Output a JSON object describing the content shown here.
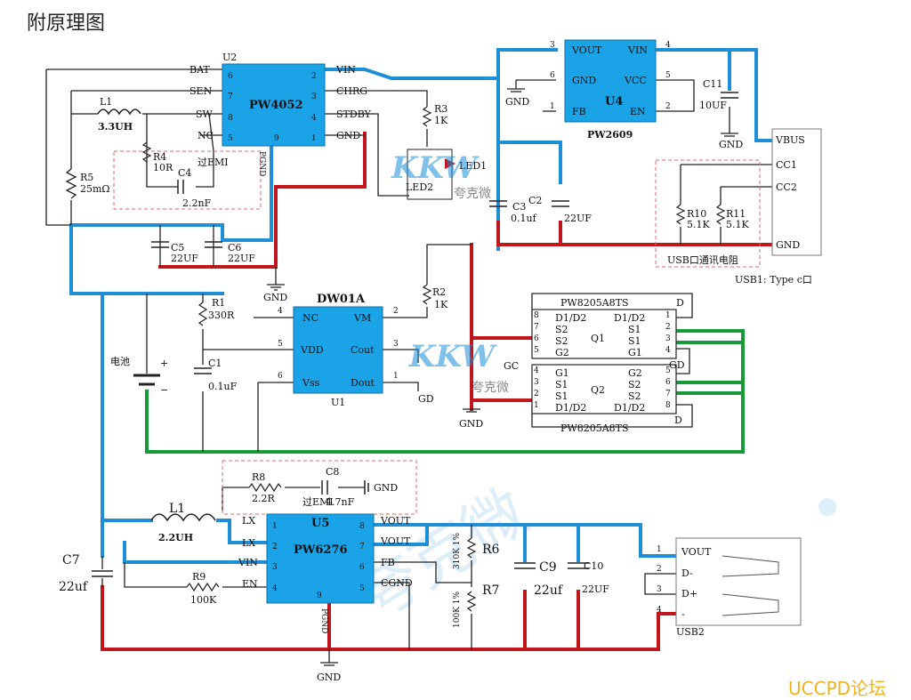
{
  "title": "附原理图",
  "footer": "UCCPD论坛",
  "watermark": {
    "brand": "KKW",
    "name": "夸克微"
  },
  "colors": {
    "chip": "#1aa3e6",
    "power_wire": "#1e8fd6",
    "gnd_wire": "#c0161c",
    "battery_wire": "#189a3a"
  },
  "u2": {
    "ref": "U2",
    "name": "PW4052",
    "left_pins": [
      {
        "n": "6",
        "s": "BAT"
      },
      {
        "n": "7",
        "s": "SEN"
      },
      {
        "n": "8",
        "s": "SW"
      },
      {
        "n": "5",
        "s": "NC"
      }
    ],
    "right_pins": [
      {
        "n": "2",
        "s": "VIN"
      },
      {
        "n": "3",
        "s": "CHRG"
      },
      {
        "n": "4",
        "s": "STDBY"
      },
      {
        "n": "1",
        "s": "GND"
      }
    ],
    "bottom_pin": "9",
    "pgnd": "PGND"
  },
  "u4": {
    "ref": "U4",
    "name": "PW2609",
    "left_pins": [
      {
        "n": "3",
        "s": "VOUT"
      },
      {
        "n": "6",
        "s": "GND"
      },
      {
        "n": "1",
        "s": "FB"
      }
    ],
    "right_pins": [
      {
        "n": "4",
        "s": "VIN"
      },
      {
        "n": "5",
        "s": "VCC"
      },
      {
        "n": "2",
        "s": "EN"
      }
    ]
  },
  "u1": {
    "ref": "U1",
    "name": "DW01A",
    "left_pins": [
      {
        "n": "4",
        "s": "NC"
      },
      {
        "n": "5",
        "s": "VDD"
      },
      {
        "n": "6",
        "s": "Vss"
      }
    ],
    "right_pins": [
      {
        "n": "2",
        "s": "VM"
      },
      {
        "n": "3",
        "s": "Cout"
      },
      {
        "n": "1",
        "s": "Dout"
      }
    ]
  },
  "u5": {
    "ref": "U5",
    "name": "PW6276",
    "left_pins": [
      {
        "n": "1",
        "s": "LX"
      },
      {
        "n": "2",
        "s": "LX"
      },
      {
        "n": "3",
        "s": "VIN"
      },
      {
        "n": "4",
        "s": "EN"
      }
    ],
    "right_pins": [
      {
        "n": "8",
        "s": "VOUT"
      },
      {
        "n": "7",
        "s": "VOUT"
      },
      {
        "n": "6",
        "s": "FB"
      },
      {
        "n": "5",
        "s": "CGND"
      }
    ],
    "bottom_pin": "9",
    "pgnd": "PGND"
  },
  "q1": {
    "ref": "Q1",
    "part": "PW8205A8TS",
    "left_pins": [
      {
        "n": "8",
        "s": "D1/D2"
      },
      {
        "n": "7",
        "s": "S2"
      },
      {
        "n": "6",
        "s": "S2"
      },
      {
        "n": "5",
        "s": "G2"
      }
    ],
    "right_pins": [
      {
        "n": "1",
        "s": "D1/D2"
      },
      {
        "n": "2",
        "s": "S1"
      },
      {
        "n": "3",
        "s": "S1"
      },
      {
        "n": "4",
        "s": "G1"
      }
    ]
  },
  "q2": {
    "ref": "Q2",
    "part": "PW8205A8TS",
    "left_pins": [
      {
        "n": "4",
        "s": "G1"
      },
      {
        "n": "3",
        "s": "S1"
      },
      {
        "n": "2",
        "s": "S1"
      },
      {
        "n": "1",
        "s": "D1/D2"
      }
    ],
    "right_pins": [
      {
        "n": "5",
        "s": "G2"
      },
      {
        "n": "6",
        "s": "S2"
      },
      {
        "n": "7",
        "s": "S2"
      },
      {
        "n": "8",
        "s": "D1/D2"
      }
    ]
  },
  "parts": {
    "l1_top": {
      "ref": "L1",
      "val": "3.3UH"
    },
    "r4": {
      "ref": "R4",
      "val": "10R"
    },
    "c4": {
      "ref": "C4",
      "val": "2.2nF"
    },
    "emi_top": "过EMI",
    "r5": {
      "ref": "R5",
      "val": "25mΩ"
    },
    "c5": {
      "ref": "C5",
      "val": "22UF"
    },
    "c6": {
      "ref": "C6",
      "val": "22UF"
    },
    "r3": {
      "ref": "R3",
      "val": "1K"
    },
    "led1": "LED1",
    "led2": "LED2",
    "c3": {
      "ref": "C3",
      "val": "0.1uf"
    },
    "c2": {
      "ref": "C2",
      "val": "22UF"
    },
    "c11": {
      "ref": "C11",
      "val": "10UF"
    },
    "r10": {
      "ref": "R10",
      "val": "5.1K"
    },
    "r11": {
      "ref": "R11",
      "val": "5.1K"
    },
    "usb_box_label": "USB口通讯电阻",
    "usb1": {
      "label": "USB1: Type c口",
      "vbus": "VBUS",
      "cc1": "CC1",
      "cc2": "CC2",
      "gnd": "GND"
    },
    "r1": {
      "ref": "R1",
      "val": "330R"
    },
    "r2": {
      "ref": "R2",
      "val": "1K"
    },
    "c1": {
      "ref": "C1",
      "val": "0.1uF"
    },
    "battery": "电池",
    "plus": "+",
    "minus": "−",
    "gc": "GC",
    "gd": "GD",
    "d": "D",
    "r8": {
      "ref": "R8",
      "val": "2.2R"
    },
    "c8": {
      "ref": "C8",
      "val": "4.7nF"
    },
    "emi_bottom": "过EMI",
    "l1_bottom": {
      "ref": "L1",
      "val": "2.2UH"
    },
    "c7": {
      "ref": "C7",
      "val": "22uf"
    },
    "r9": {
      "ref": "R9",
      "val": "100K"
    },
    "r6": {
      "ref": "R6",
      "val": "310K 1%"
    },
    "r7": {
      "ref": "R7",
      "val": "100K 1%"
    },
    "c9": {
      "ref": "C9",
      "val": "22uf"
    },
    "c10": {
      "ref": "C10",
      "val": "22UF"
    },
    "usb2": {
      "label": "USB2",
      "pins": [
        {
          "n": "1",
          "s": "VOUT"
        },
        {
          "n": "2",
          "s": "D-"
        },
        {
          "n": "3",
          "s": "D+"
        },
        {
          "n": "4",
          "s": "-"
        }
      ]
    }
  },
  "gnd": "GND"
}
